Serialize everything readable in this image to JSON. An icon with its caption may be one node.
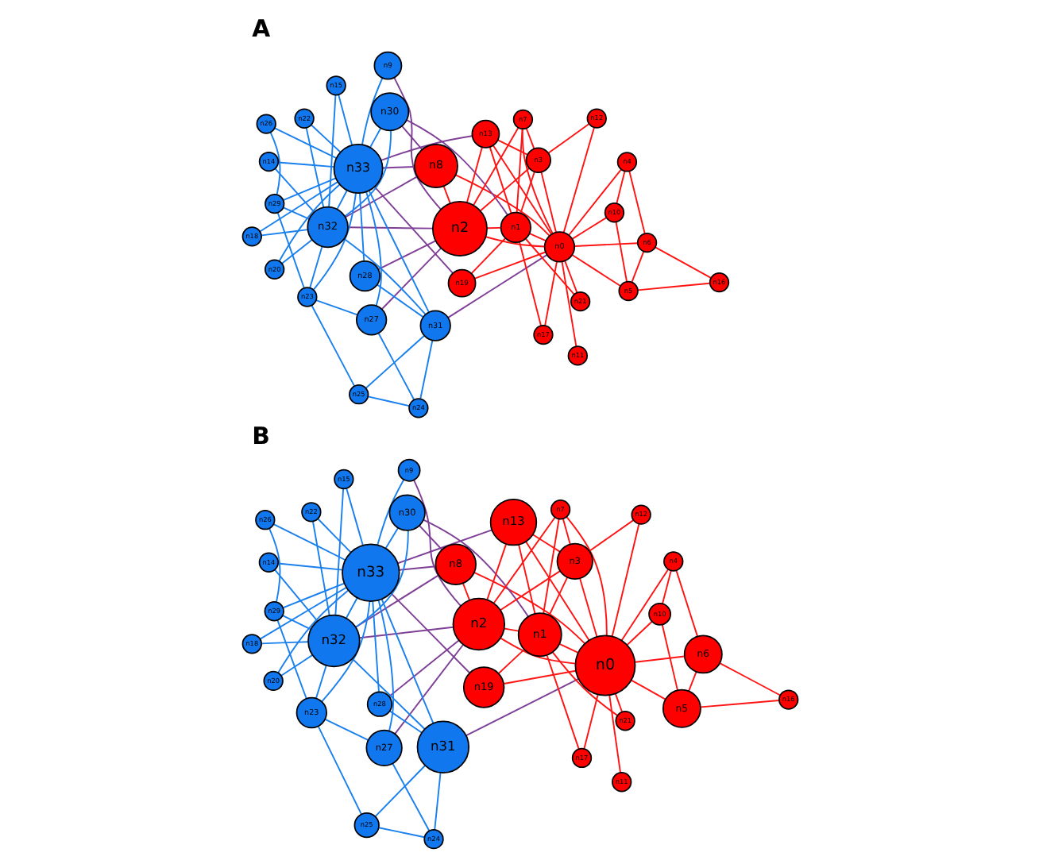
{
  "diagram": {
    "nodes": [
      {
        "text": [
          "n0"
        ]
      },
      {
        "text": [
          "n1"
        ]
      },
      {
        "text": [
          "n2"
        ]
      },
      {
        "text": [
          "n3"
        ]
      },
      {
        "text": [
          "n4"
        ]
      },
      {
        "text": [
          "n5"
        ]
      },
      {
        "text": [
          "n6"
        ]
      },
      {
        "text": [
          "n7"
        ]
      },
      {
        "text": [
          "n8"
        ]
      },
      {
        "text": [
          "n9"
        ]
      },
      {
        "text": [
          "n10"
        ]
      },
      {
        "text": [
          "n11"
        ]
      },
      {
        "text": [
          "n12"
        ]
      },
      {
        "text": [
          "n13"
        ]
      },
      {
        "text": [
          "n14"
        ]
      },
      {
        "text": [
          "n15"
        ]
      },
      {
        "text": [
          "n16"
        ]
      },
      {
        "text": [
          "n17"
        ]
      },
      {
        "text": [
          "n18"
        ]
      },
      {
        "text": [
          "n19"
        ]
      },
      {
        "text": [
          "n20"
        ]
      },
      {
        "text": [
          "n21"
        ]
      },
      {
        "text": [
          "n22"
        ]
      },
      {
        "text": [
          "n23"
        ]
      },
      {
        "text": [
          "n24"
        ]
      },
      {
        "text": [
          "n25"
        ]
      },
      {
        "text": [
          "n26"
        ]
      },
      {
        "text": [
          "n27"
        ]
      },
      {
        "text": [
          "n28"
        ]
      },
      {
        "text": [
          "n29"
        ]
      },
      {
        "text": [
          "n30"
        ]
      },
      {
        "text": [
          "n31"
        ]
      },
      {
        "text": [
          "n32"
        ]
      },
      {
        "text": [
          "n33"
        ]
      },
      {
        "text": [
          "n0"
        ]
      },
      {
        "text": [
          "n1"
        ]
      },
      {
        "text": [
          "n2"
        ]
      },
      {
        "text": [
          "n3"
        ]
      },
      {
        "text": [
          "n4"
        ]
      },
      {
        "text": [
          "n5"
        ]
      },
      {
        "text": [
          "n6"
        ]
      },
      {
        "text": [
          "n7"
        ]
      },
      {
        "text": [
          "n8"
        ]
      },
      {
        "text": [
          "n9"
        ]
      },
      {
        "text": [
          "n10"
        ]
      },
      {
        "text": [
          "n11"
        ]
      },
      {
        "text": [
          "n12"
        ]
      },
      {
        "text": [
          "n13"
        ]
      },
      {
        "text": [
          "n14"
        ]
      },
      {
        "text": [
          "n15"
        ]
      },
      {
        "text": [
          "n16"
        ]
      },
      {
        "text": [
          "n17"
        ]
      },
      {
        "text": [
          "n18"
        ]
      },
      {
        "text": [
          "n19"
        ]
      },
      {
        "text": [
          "n20"
        ]
      },
      {
        "text": [
          "n21"
        ]
      },
      {
        "text": [
          "n22"
        ]
      },
      {
        "text": [
          "n23"
        ]
      },
      {
        "text": [
          "n24"
        ]
      },
      {
        "text": [
          "n25"
        ]
      },
      {
        "text": [
          "n26"
        ]
      },
      {
        "text": [
          "n27"
        ]
      },
      {
        "text": [
          "n28"
        ]
      },
      {
        "text": [
          "n29"
        ]
      },
      {
        "text": [
          "n30"
        ]
      },
      {
        "text": [
          "n31"
        ]
      },
      {
        "text": [
          "n32"
        ]
      },
      {
        "text": [
          "n33"
        ]
      }
    ],
    "edges": [
      {
        "from": 0,
        "to": 1,
        "arrow": "none"
      },
      {
        "from": 0,
        "to": 2,
        "arrow": "none"
      },
      {
        "from": 0,
        "to": 3,
        "arrow": "none"
      },
      {
        "from": 0,
        "to": 4,
        "arrow": "none"
      },
      {
        "from": 0,
        "to": 5,
        "arrow": "none"
      },
      {
        "from": 0,
        "to": 6,
        "arrow": "none"
      },
      {
        "from": 0,
        "to": 7,
        "arrow": "none"
      },
      {
        "from": 0,
        "to": 8,
        "arrow": "none"
      },
      {
        "from": 0,
        "to": 10,
        "arrow": "none"
      },
      {
        "from": 0,
        "to": 11,
        "arrow": "none"
      },
      {
        "from": 0,
        "to": 12,
        "arrow": "none"
      },
      {
        "from": 0,
        "to": 13,
        "arrow": "none"
      },
      {
        "from": 0,
        "to": 17,
        "arrow": "none"
      },
      {
        "from": 0,
        "to": 19,
        "arrow": "none"
      },
      {
        "from": 0,
        "to": 21,
        "arrow": "none"
      },
      {
        "from": 0,
        "to": 31,
        "arrow": "none",
        "color": "#7f3f96"
      },
      {
        "from": 1,
        "to": 2,
        "arrow": "none"
      },
      {
        "from": 1,
        "to": 3,
        "arrow": "none"
      },
      {
        "from": 1,
        "to": 7,
        "arrow": "none"
      },
      {
        "from": 1,
        "to": 13,
        "arrow": "none"
      },
      {
        "from": 1,
        "to": 17,
        "arrow": "none"
      },
      {
        "from": 1,
        "to": 19,
        "arrow": "none"
      },
      {
        "from": 1,
        "to": 21,
        "arrow": "none"
      },
      {
        "from": 1,
        "to": 30,
        "arrow": "none",
        "color": "#7f3f96"
      },
      {
        "from": 2,
        "to": 3,
        "arrow": "none"
      },
      {
        "from": 2,
        "to": 7,
        "arrow": "none"
      },
      {
        "from": 2,
        "to": 8,
        "arrow": "none"
      },
      {
        "from": 2,
        "to": 9,
        "arrow": "none",
        "color": "#7f3f96"
      },
      {
        "from": 2,
        "to": 13,
        "arrow": "none"
      },
      {
        "from": 2,
        "to": 27,
        "arrow": "none",
        "color": "#7f3f96"
      },
      {
        "from": 2,
        "to": 28,
        "arrow": "none",
        "color": "#7f3f96"
      },
      {
        "from": 2,
        "to": 32,
        "arrow": "none",
        "color": "#7f3f96"
      },
      {
        "from": 3,
        "to": 7,
        "arrow": "none"
      },
      {
        "from": 3,
        "to": 12,
        "arrow": "none"
      },
      {
        "from": 3,
        "to": 13,
        "arrow": "none"
      },
      {
        "from": 4,
        "to": 6,
        "arrow": "none"
      },
      {
        "from": 4,
        "to": 10,
        "arrow": "none"
      },
      {
        "from": 5,
        "to": 6,
        "arrow": "none"
      },
      {
        "from": 5,
        "to": 10,
        "arrow": "none"
      },
      {
        "from": 5,
        "to": 16,
        "arrow": "none"
      },
      {
        "from": 6,
        "to": 16,
        "arrow": "none"
      },
      {
        "from": 8,
        "to": 30,
        "arrow": "none",
        "color": "#7f3f96"
      },
      {
        "from": 8,
        "to": 32,
        "arrow": "none",
        "color": "#7f3f96"
      },
      {
        "from": 8,
        "to": 33,
        "arrow": "none",
        "color": "#7f3f96"
      },
      {
        "from": 9,
        "to": 33,
        "arrow": "none",
        "color": "#1a80ee"
      },
      {
        "from": 13,
        "to": 33,
        "arrow": "none",
        "color": "#7f3f96"
      },
      {
        "from": 14,
        "to": 32,
        "arrow": "none",
        "color": "#1a80ee"
      },
      {
        "from": 14,
        "to": 33,
        "arrow": "none",
        "color": "#1a80ee"
      },
      {
        "from": 15,
        "to": 32,
        "arrow": "none",
        "color": "#1a80ee"
      },
      {
        "from": 15,
        "to": 33,
        "arrow": "none",
        "color": "#1a80ee"
      },
      {
        "from": 18,
        "to": 32,
        "arrow": "none",
        "color": "#1a80ee"
      },
      {
        "from": 18,
        "to": 33,
        "arrow": "none",
        "color": "#1a80ee"
      },
      {
        "from": 19,
        "to": 33,
        "arrow": "none",
        "color": "#7f3f96"
      },
      {
        "from": 20,
        "to": 32,
        "arrow": "none",
        "color": "#1a80ee"
      },
      {
        "from": 20,
        "to": 33,
        "arrow": "none",
        "color": "#1a80ee"
      },
      {
        "from": 22,
        "to": 32,
        "arrow": "none",
        "color": "#1a80ee"
      },
      {
        "from": 22,
        "to": 33,
        "arrow": "none",
        "color": "#1a80ee"
      },
      {
        "from": 23,
        "to": 25,
        "arrow": "none",
        "color": "#1a80ee"
      },
      {
        "from": 23,
        "to": 27,
        "arrow": "none",
        "color": "#1a80ee"
      },
      {
        "from": 23,
        "to": 29,
        "arrow": "none",
        "color": "#1a80ee"
      },
      {
        "from": 23,
        "to": 32,
        "arrow": "none",
        "color": "#1a80ee"
      },
      {
        "from": 23,
        "to": 33,
        "arrow": "none",
        "color": "#1a80ee"
      },
      {
        "from": 24,
        "to": 25,
        "arrow": "none",
        "color": "#1a80ee"
      },
      {
        "from": 24,
        "to": 27,
        "arrow": "none",
        "color": "#1a80ee"
      },
      {
        "from": 24,
        "to": 31,
        "arrow": "none",
        "color": "#1a80ee"
      },
      {
        "from": 25,
        "to": 31,
        "arrow": "none",
        "color": "#1a80ee"
      },
      {
        "from": 26,
        "to": 29,
        "arrow": "none",
        "color": "#1a80ee"
      },
      {
        "from": 26,
        "to": 33,
        "arrow": "none",
        "color": "#1a80ee"
      },
      {
        "from": 27,
        "to": 33,
        "arrow": "none",
        "color": "#1a80ee"
      },
      {
        "from": 28,
        "to": 31,
        "arrow": "none",
        "color": "#1a80ee"
      },
      {
        "from": 28,
        "to": 33,
        "arrow": "none",
        "color": "#1a80ee"
      },
      {
        "from": 29,
        "to": 32,
        "arrow": "none",
        "color": "#1a80ee"
      },
      {
        "from": 29,
        "to": 33,
        "arrow": "none",
        "color": "#1a80ee"
      },
      {
        "from": 30,
        "to": 32,
        "arrow": "none",
        "color": "#1a80ee"
      },
      {
        "from": 30,
        "to": 33,
        "arrow": "none",
        "color": "#1a80ee"
      },
      {
        "from": 31,
        "to": 32,
        "arrow": "none",
        "color": "#1a80ee"
      },
      {
        "from": 31,
        "to": 33,
        "arrow": "none",
        "color": "#1a80ee"
      },
      {
        "from": 32,
        "to": 33,
        "arrow": "none",
        "color": "#1a80ee"
      },
      {
        "from": 34,
        "to": 35,
        "arrow": "none"
      },
      {
        "from": 34,
        "to": 36,
        "arrow": "none"
      },
      {
        "from": 34,
        "to": 37,
        "arrow": "none"
      },
      {
        "from": 34,
        "to": 38,
        "arrow": "none"
      },
      {
        "from": 34,
        "to": 39,
        "arrow": "none"
      },
      {
        "from": 34,
        "to": 40,
        "arrow": "none"
      },
      {
        "from": 34,
        "to": 41,
        "arrow": "none"
      },
      {
        "from": 34,
        "to": 42,
        "arrow": "none"
      },
      {
        "from": 34,
        "to": 44,
        "arrow": "none"
      },
      {
        "from": 34,
        "to": 45,
        "arrow": "none"
      },
      {
        "from": 34,
        "to": 46,
        "arrow": "none"
      },
      {
        "from": 34,
        "to": 47,
        "arrow": "none"
      },
      {
        "from": 34,
        "to": 51,
        "arrow": "none"
      },
      {
        "from": 34,
        "to": 53,
        "arrow": "none"
      },
      {
        "from": 34,
        "to": 55,
        "arrow": "none"
      },
      {
        "from": 34,
        "to": 65,
        "arrow": "none",
        "color": "#7f3f96"
      },
      {
        "from": 35,
        "to": 36,
        "arrow": "none"
      },
      {
        "from": 35,
        "to": 37,
        "arrow": "none"
      },
      {
        "from": 35,
        "to": 41,
        "arrow": "none"
      },
      {
        "from": 35,
        "to": 47,
        "arrow": "none"
      },
      {
        "from": 35,
        "to": 51,
        "arrow": "none"
      },
      {
        "from": 35,
        "to": 53,
        "arrow": "none"
      },
      {
        "from": 35,
        "to": 55,
        "arrow": "none"
      },
      {
        "from": 35,
        "to": 64,
        "arrow": "none",
        "color": "#7f3f96"
      },
      {
        "from": 36,
        "to": 37,
        "arrow": "none"
      },
      {
        "from": 36,
        "to": 41,
        "arrow": "none"
      },
      {
        "from": 36,
        "to": 42,
        "arrow": "none"
      },
      {
        "from": 36,
        "to": 43,
        "arrow": "none",
        "color": "#7f3f96"
      },
      {
        "from": 36,
        "to": 47,
        "arrow": "none"
      },
      {
        "from": 36,
        "to": 61,
        "arrow": "none",
        "color": "#7f3f96"
      },
      {
        "from": 36,
        "to": 62,
        "arrow": "none",
        "color": "#7f3f96"
      },
      {
        "from": 36,
        "to": 66,
        "arrow": "none",
        "color": "#7f3f96"
      },
      {
        "from": 37,
        "to": 41,
        "arrow": "none"
      },
      {
        "from": 37,
        "to": 46,
        "arrow": "none"
      },
      {
        "from": 37,
        "to": 47,
        "arrow": "none"
      },
      {
        "from": 38,
        "to": 40,
        "arrow": "none"
      },
      {
        "from": 38,
        "to": 44,
        "arrow": "none"
      },
      {
        "from": 39,
        "to": 40,
        "arrow": "none"
      },
      {
        "from": 39,
        "to": 44,
        "arrow": "none"
      },
      {
        "from": 39,
        "to": 50,
        "arrow": "none"
      },
      {
        "from": 40,
        "to": 50,
        "arrow": "none"
      },
      {
        "from": 42,
        "to": 64,
        "arrow": "none",
        "color": "#7f3f96"
      },
      {
        "from": 42,
        "to": 66,
        "arrow": "none",
        "color": "#7f3f96"
      },
      {
        "from": 42,
        "to": 67,
        "arrow": "none",
        "color": "#7f3f96"
      },
      {
        "from": 43,
        "to": 67,
        "arrow": "none",
        "color": "#1a80ee"
      },
      {
        "from": 47,
        "to": 67,
        "arrow": "none",
        "color": "#7f3f96"
      },
      {
        "from": 48,
        "to": 66,
        "arrow": "none",
        "color": "#1a80ee"
      },
      {
        "from": 48,
        "to": 67,
        "arrow": "none",
        "color": "#1a80ee"
      },
      {
        "from": 49,
        "to": 66,
        "arrow": "none",
        "color": "#1a80ee"
      },
      {
        "from": 49,
        "to": 67,
        "arrow": "none",
        "color": "#1a80ee"
      },
      {
        "from": 52,
        "to": 66,
        "arrow": "none",
        "color": "#1a80ee"
      },
      {
        "from": 52,
        "to": 67,
        "arrow": "none",
        "color": "#1a80ee"
      },
      {
        "from": 53,
        "to": 67,
        "arrow": "none",
        "color": "#7f3f96"
      },
      {
        "from": 54,
        "to": 66,
        "arrow": "none",
        "color": "#1a80ee"
      },
      {
        "from": 54,
        "to": 67,
        "arrow": "none",
        "color": "#1a80ee"
      },
      {
        "from": 56,
        "to": 66,
        "arrow": "none",
        "color": "#1a80ee"
      },
      {
        "from": 56,
        "to": 67,
        "arrow": "none",
        "color": "#1a80ee"
      },
      {
        "from": 57,
        "to": 59,
        "arrow": "none",
        "color": "#1a80ee"
      },
      {
        "from": 57,
        "to": 61,
        "arrow": "none",
        "color": "#1a80ee"
      },
      {
        "from": 57,
        "to": 63,
        "arrow": "none",
        "color": "#1a80ee"
      },
      {
        "from": 57,
        "to": 66,
        "arrow": "none",
        "color": "#1a80ee"
      },
      {
        "from": 57,
        "to": 67,
        "arrow": "none",
        "color": "#1a80ee"
      },
      {
        "from": 58,
        "to": 59,
        "arrow": "none",
        "color": "#1a80ee"
      },
      {
        "from": 58,
        "to": 61,
        "arrow": "none",
        "color": "#1a80ee"
      },
      {
        "from": 58,
        "to": 65,
        "arrow": "none",
        "color": "#1a80ee"
      },
      {
        "from": 59,
        "to": 65,
        "arrow": "none",
        "color": "#1a80ee"
      },
      {
        "from": 60,
        "to": 63,
        "arrow": "none",
        "color": "#1a80ee"
      },
      {
        "from": 60,
        "to": 67,
        "arrow": "none",
        "color": "#1a80ee"
      },
      {
        "from": 61,
        "to": 67,
        "arrow": "none",
        "color": "#1a80ee"
      },
      {
        "from": 62,
        "to": 65,
        "arrow": "none",
        "color": "#1a80ee"
      },
      {
        "from": 62,
        "to": 67,
        "arrow": "none",
        "color": "#1a80ee"
      },
      {
        "from": 63,
        "to": 66,
        "arrow": "none",
        "color": "#1a80ee"
      },
      {
        "from": 63,
        "to": 67,
        "arrow": "none",
        "color": "#1a80ee"
      },
      {
        "from": 64,
        "to": 66,
        "arrow": "none",
        "color": "#1a80ee"
      },
      {
        "from": 64,
        "to": 67,
        "arrow": "none",
        "color": "#1a80ee"
      },
      {
        "from": 65,
        "to": 66,
        "arrow": "none",
        "color": "#1a80ee"
      },
      {
        "from": 65,
        "to": 67,
        "arrow": "none",
        "color": "#1a80ee"
      },
      {
        "from": 66,
        "to": 67,
        "arrow": "none",
        "color": "#1a80ee"
      }
    ],
    "labels": [
      "A",
      "B"
    ]
  }
}
